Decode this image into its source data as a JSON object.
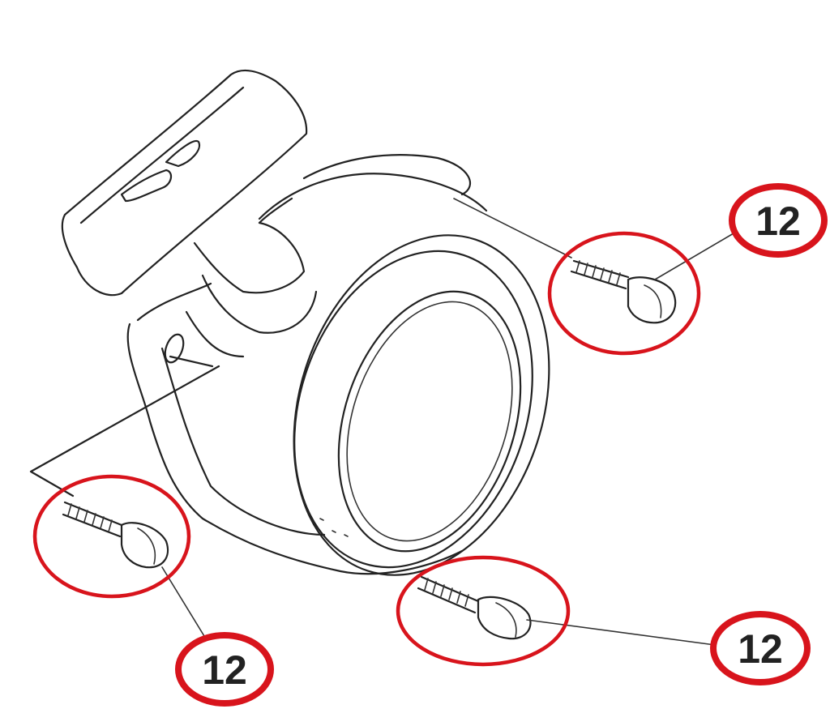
{
  "diagram": {
    "callouts": [
      {
        "id": "top-right",
        "label": "12"
      },
      {
        "id": "bottom-left",
        "label": "12"
      },
      {
        "id": "bottom-right",
        "label": "12"
      }
    ],
    "highlight_color": "#d8141c",
    "line_color": "#222222"
  }
}
